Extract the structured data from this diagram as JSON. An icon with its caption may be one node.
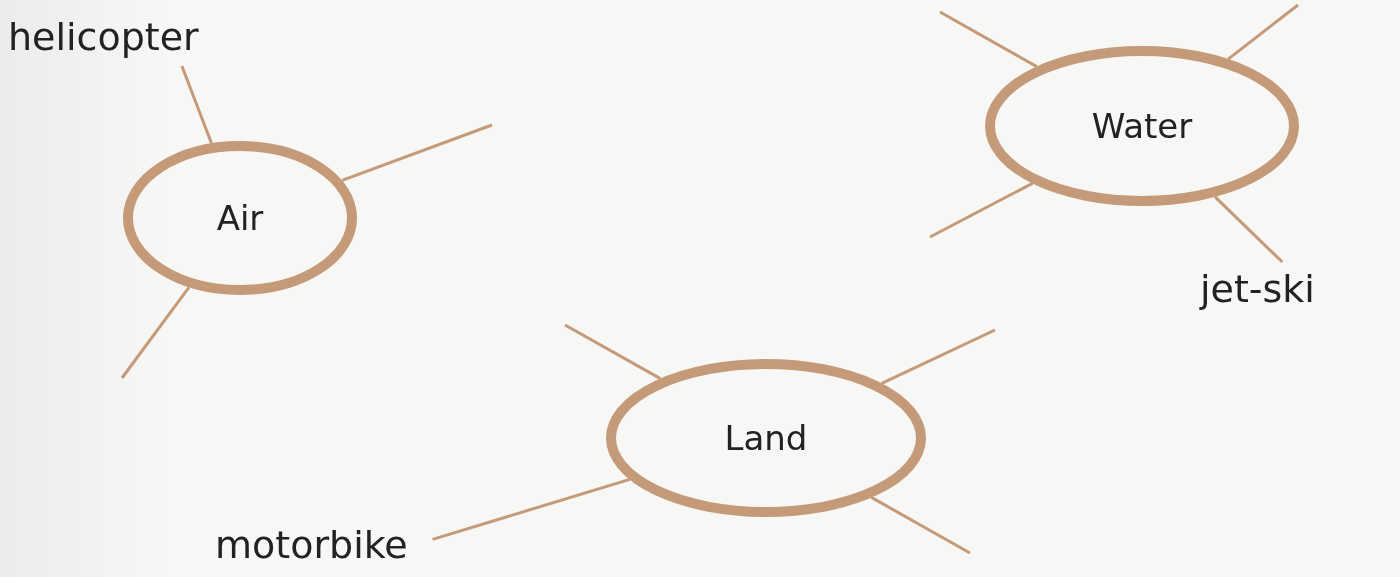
{
  "diagram": {
    "nodes": [
      {
        "text": [
          "helicopter"
        ]
      },
      {
        "text": [
          "Water"
        ]
      },
      {
        "text": [
          "Air"
        ]
      },
      {
        "text": [
          "jet-ski"
        ]
      },
      {
        "text": [
          "Land"
        ]
      },
      {
        "text": [
          "motorbike"
        ]
      }
    ],
    "edges": [
      {
        "from": 0,
        "to": 2,
        "arrow": "none"
      },
      {
        "from": 2,
        "to": null,
        "arrow": "none"
      },
      {
        "from": 2,
        "to": null,
        "arrow": "none"
      },
      {
        "from": 1,
        "to": null,
        "arrow": "none"
      },
      {
        "from": 1,
        "to": null,
        "arrow": "none"
      },
      {
        "from": 1,
        "to": null,
        "arrow": "none"
      },
      {
        "from": 1,
        "to": 3,
        "arrow": "none"
      },
      {
        "from": 4,
        "to": null,
        "arrow": "none"
      },
      {
        "from": 4,
        "to": null,
        "arrow": "none"
      },
      {
        "from": 4,
        "to": 5,
        "arrow": "none"
      },
      {
        "from": 4,
        "to": null,
        "arrow": "none"
      }
    ]
  }
}
